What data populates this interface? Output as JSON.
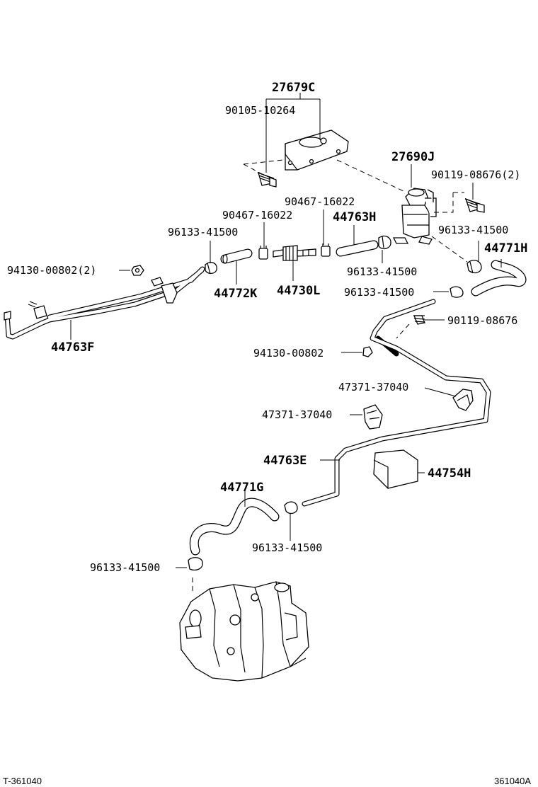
{
  "diagram": {
    "part_labels": [
      {
        "id": "27679C",
        "text": "27679C",
        "style": "bold"
      },
      {
        "id": "90105-10264",
        "text": "90105-10264",
        "style": "normal"
      },
      {
        "id": "27690J",
        "text": "27690J",
        "style": "bold"
      },
      {
        "id": "90119-08676-2",
        "text": "90119-08676(2)",
        "style": "normal"
      },
      {
        "id": "90467-16022-a",
        "text": "90467-16022",
        "style": "normal"
      },
      {
        "id": "90467-16022-b",
        "text": "90467-16022",
        "style": "normal"
      },
      {
        "id": "44763H",
        "text": "44763H",
        "style": "bold"
      },
      {
        "id": "96133-41500-a",
        "text": "96133-41500",
        "style": "normal"
      },
      {
        "id": "96133-41500-b",
        "text": "96133-41500",
        "style": "normal"
      },
      {
        "id": "44771H",
        "text": "44771H",
        "style": "bold"
      },
      {
        "id": "94130-00802-2",
        "text": "94130-00802(2)",
        "style": "normal"
      },
      {
        "id": "96133-41500-c",
        "text": "96133-41500",
        "style": "normal"
      },
      {
        "id": "96133-41500-d",
        "text": "96133-41500",
        "style": "normal"
      },
      {
        "id": "44772K",
        "text": "44772K",
        "style": "bold"
      },
      {
        "id": "44730L",
        "text": "44730L",
        "style": "bold"
      },
      {
        "id": "90119-08676",
        "text": "90119-08676",
        "style": "normal"
      },
      {
        "id": "44763F",
        "text": "44763F",
        "style": "bold"
      },
      {
        "id": "94130-00802",
        "text": "94130-00802",
        "style": "normal"
      },
      {
        "id": "47371-37040-a",
        "text": "47371-37040",
        "style": "normal"
      },
      {
        "id": "47371-37040-b",
        "text": "47371-37040",
        "style": "normal"
      },
      {
        "id": "44763E",
        "text": "44763E",
        "style": "bold"
      },
      {
        "id": "44754H",
        "text": "44754H",
        "style": "bold"
      },
      {
        "id": "44771G",
        "text": "44771G",
        "style": "bold"
      },
      {
        "id": "96133-41500-e",
        "text": "96133-41500",
        "style": "normal"
      },
      {
        "id": "96133-41500-f",
        "text": "96133-41500",
        "style": "normal"
      }
    ],
    "footer": {
      "left": "T-361040",
      "right": "361040A"
    }
  }
}
